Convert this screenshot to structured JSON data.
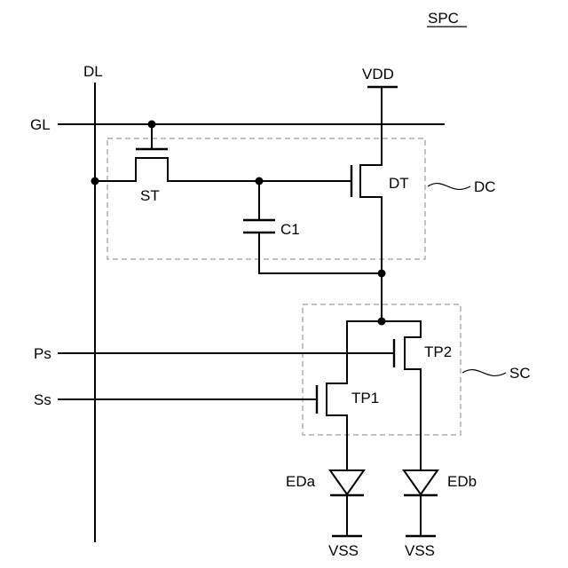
{
  "title": "SPC",
  "nets": {
    "data_line": "DL",
    "gate_line": "GL",
    "power_high": "VDD",
    "signal_ps": "Ps",
    "signal_ss": "Ss",
    "ground_a": "VSS",
    "ground_b": "VSS"
  },
  "blocks": {
    "drive_circuit": "DC",
    "switch_circuit": "SC"
  },
  "components": {
    "switch_transistor": "ST",
    "drive_transistor": "DT",
    "capacitor": "C1",
    "transistor_p1": "TP1",
    "transistor_p2": "TP2",
    "diode_a": "EDa",
    "diode_b": "EDb"
  }
}
